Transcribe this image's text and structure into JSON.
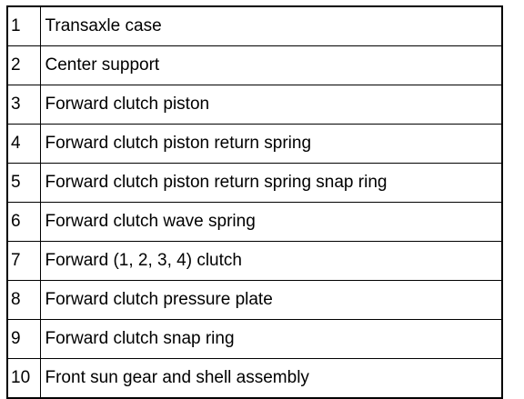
{
  "table": {
    "rows": [
      {
        "num": "1",
        "desc": "Transaxle case"
      },
      {
        "num": "2",
        "desc": "Center support"
      },
      {
        "num": "3",
        "desc": "Forward clutch piston"
      },
      {
        "num": "4",
        "desc": "Forward clutch piston return spring"
      },
      {
        "num": "5",
        "desc": "Forward clutch piston return spring snap ring"
      },
      {
        "num": "6",
        "desc": "Forward clutch wave spring"
      },
      {
        "num": "7",
        "desc": "Forward (1, 2, 3, 4) clutch"
      },
      {
        "num": "8",
        "desc": "Forward clutch pressure plate"
      },
      {
        "num": "9",
        "desc": "Forward clutch snap ring"
      },
      {
        "num": "10",
        "desc": "Front sun gear and shell assembly"
      }
    ]
  }
}
